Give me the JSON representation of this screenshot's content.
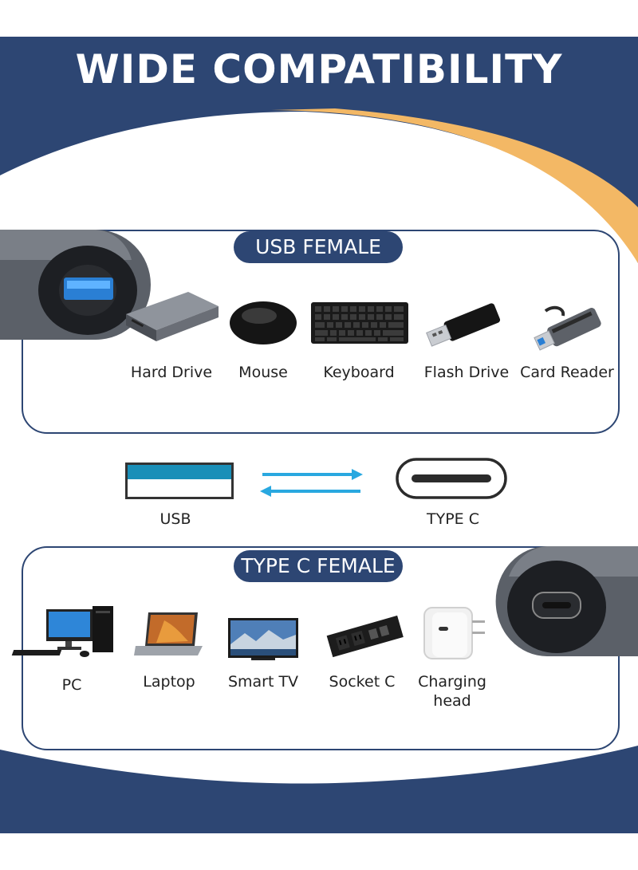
{
  "header": {
    "title": "WIDE COMPATIBILITY"
  },
  "usb_section": {
    "badge": "USB FEMALE",
    "devices": [
      {
        "label": "Hard Drive",
        "icon": "hard-drive-icon"
      },
      {
        "label": "Mouse",
        "icon": "mouse-icon"
      },
      {
        "label": "Keyboard",
        "icon": "keyboard-icon"
      },
      {
        "label": "Flash Drive",
        "icon": "flash-drive-icon"
      },
      {
        "label": "Card Reader",
        "icon": "card-reader-icon"
      }
    ]
  },
  "conversion": {
    "left_label": "USB",
    "right_label": "TYPE C"
  },
  "typec_section": {
    "badge": "TYPE C FEMALE",
    "devices": [
      {
        "label": "PC",
        "icon": "pc-icon"
      },
      {
        "label": "Laptop",
        "icon": "laptop-icon"
      },
      {
        "label": "Smart TV",
        "icon": "smart-tv-icon"
      },
      {
        "label": "Socket C",
        "icon": "socket-icon"
      },
      {
        "label": "Charging head",
        "icon": "charger-icon"
      }
    ]
  },
  "colors": {
    "navy": "#2d4673",
    "gold": "#f3b865",
    "arrow": "#29a8e0",
    "usb_blue": "#1a8fb8"
  }
}
